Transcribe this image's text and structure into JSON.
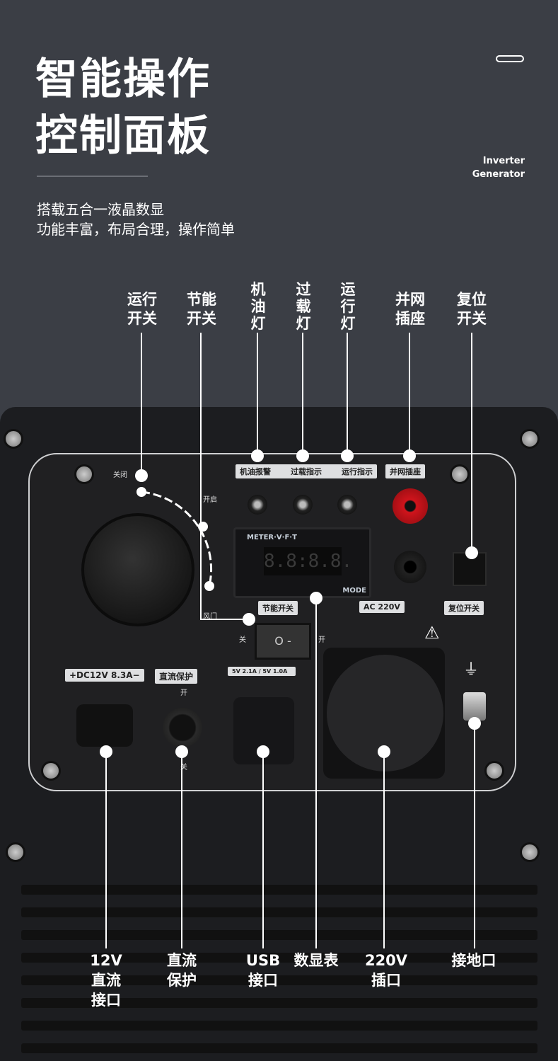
{
  "header": {
    "title_lines": [
      "智能操作",
      "控制面板"
    ],
    "subtitle_lines": [
      "搭载五合一液晶数显",
      "功能丰富，布局合理，操作简单"
    ],
    "brand_lines": [
      "Inverter",
      "Generator"
    ]
  },
  "callouts_top": [
    {
      "label": "运行\n开关"
    },
    {
      "label": "节能\n开关"
    },
    {
      "label": "机\n油\n灯"
    },
    {
      "label": "过\n载\n灯"
    },
    {
      "label": "运\n行\n灯"
    },
    {
      "label": "并网\n插座"
    },
    {
      "label": "复位\n开关"
    }
  ],
  "callouts_bottom": [
    {
      "label": "12V\n直流\n接口"
    },
    {
      "label": "直流\n保护"
    },
    {
      "label": "USB\n接口"
    },
    {
      "label": "数显表"
    },
    {
      "label": "220V\n插口"
    },
    {
      "label": "接地口"
    }
  ],
  "panel": {
    "indicator_tags": [
      "机油报警",
      "过载指示",
      "运行指示"
    ],
    "grid_tag": "并网插座",
    "meter_label": "METER·V·F·T",
    "meter_digits": "8.8:8.8.",
    "mode_label": "MODE",
    "eco_tag": "节能开关",
    "ac_tag": "AC 220V",
    "reset_tag": "复位开关",
    "knob_off": "关闭",
    "knob_on": "开启",
    "choke": "风门",
    "switch_off": "关",
    "switch_on": "开",
    "switch_symbol": "O -",
    "dc_tag": "+DC12V 8.3A−",
    "dc_protect_tag": "直流保护",
    "dc_on": "开",
    "dc_off": "关",
    "usb_tag": "5V 2.1A / 5V 1.0A"
  },
  "colors": {
    "background": "#3b3e45",
    "panel": "#202022",
    "grid_socket": "#d0141c"
  }
}
